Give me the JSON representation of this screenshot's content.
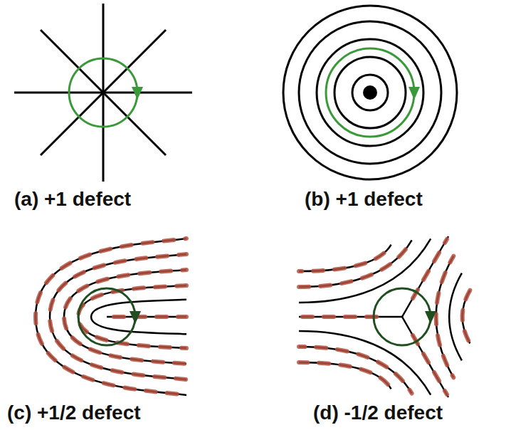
{
  "diagram": {
    "labels": [
      "(a) +1 defect",
      "(b) +1 defect",
      "(c) +1/2 defect",
      "(d) -1/2 defect"
    ]
  }
}
